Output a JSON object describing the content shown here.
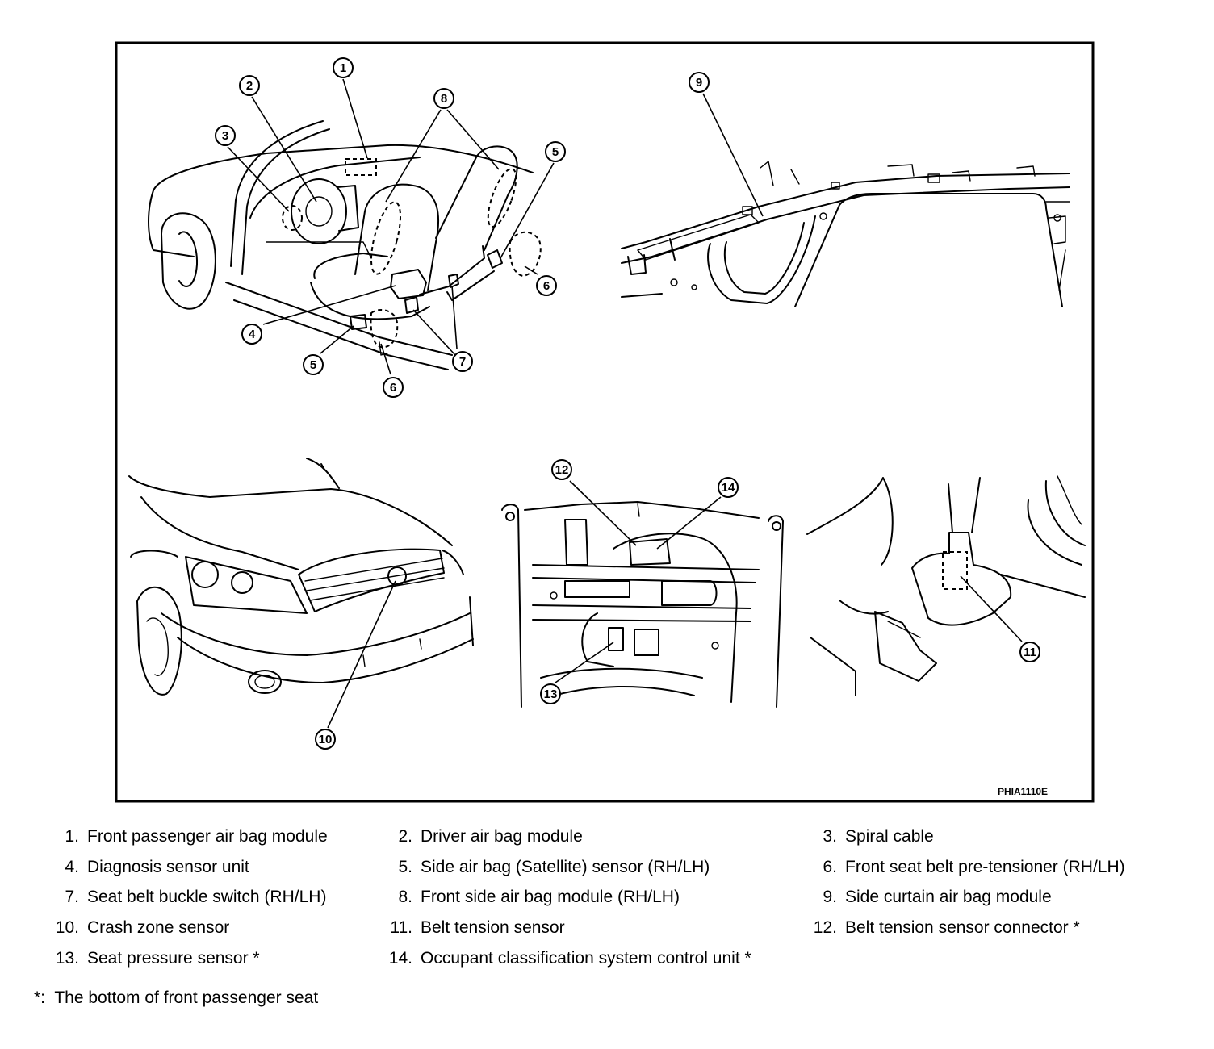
{
  "figure": {
    "code": "PHIA1110E",
    "callouts": {
      "c1": "1",
      "c2": "2",
      "c3": "3",
      "c4": "4",
      "c5a": "5",
      "c5b": "5",
      "c6a": "6",
      "c6b": "6",
      "c7": "7",
      "c8": "8",
      "c9": "9",
      "c10": "10",
      "c11": "11",
      "c12": "12",
      "c13": "13",
      "c14": "14"
    }
  },
  "legend": {
    "items": [
      {
        "num": "1.",
        "label": "Front passenger air bag module"
      },
      {
        "num": "2.",
        "label": "Driver air bag module"
      },
      {
        "num": "3.",
        "label": "Spiral cable"
      },
      {
        "num": "4.",
        "label": "Diagnosis sensor unit"
      },
      {
        "num": "5.",
        "label": "Side air bag (Satellite) sensor (RH/LH)"
      },
      {
        "num": "6.",
        "label": "Front seat belt pre-tensioner (RH/LH)"
      },
      {
        "num": "7.",
        "label": "Seat belt buckle switch (RH/LH)"
      },
      {
        "num": "8.",
        "label": "Front side air bag module (RH/LH)"
      },
      {
        "num": "9.",
        "label": "Side curtain air bag module"
      },
      {
        "num": "10.",
        "label": "Crash zone sensor"
      },
      {
        "num": "11.",
        "label": "Belt tension sensor"
      },
      {
        "num": "12.",
        "label": "Belt tension sensor connector *"
      },
      {
        "num": "13.",
        "label": "Seat pressure sensor *"
      },
      {
        "num": "14.",
        "label": "Occupant classification system control unit *"
      }
    ],
    "footnote": {
      "mark": "*:",
      "text": "The bottom of front passenger seat"
    }
  }
}
